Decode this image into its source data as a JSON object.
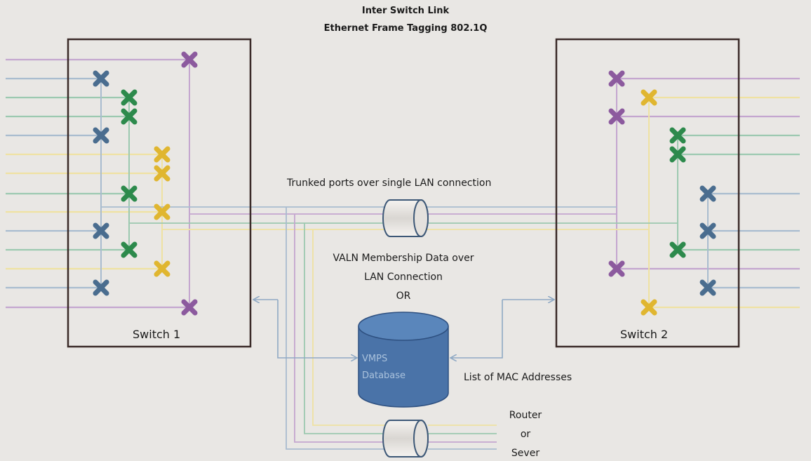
{
  "title": {
    "line1": "Inter Switch Link",
    "line2": "Ethernet Frame Tagging 802.1Q"
  },
  "switch1": {
    "label": "Switch 1"
  },
  "switch2": {
    "label": "Switch 2"
  },
  "trunk_label": "Trunked ports over single LAN connection",
  "membership": {
    "line1": "VALN Membership Data over",
    "line2": "LAN Connection",
    "line3": "OR"
  },
  "database": {
    "line1": "VMPS",
    "line2": "Database"
  },
  "mac_label": "List of MAC Addresses",
  "router": {
    "line1": "Router",
    "line2": "or",
    "line3": "Sever"
  },
  "colors": {
    "purple": "#8c5a9e",
    "blue": "#4a6d8f",
    "green": "#2d8a4c",
    "yellow": "#e0b630",
    "purple_light": "#c4a6cf",
    "blue_light": "#a9bccf",
    "green_light": "#9cc9b0",
    "yellow_light": "#efe2a2",
    "database_fill": "#4a73a8",
    "arrow": "#8fa9c4"
  },
  "icons": {
    "switch_port": "x-cross-icon",
    "trunk_connector": "cylinder-connector-icon",
    "database": "database-cylinder-icon"
  }
}
